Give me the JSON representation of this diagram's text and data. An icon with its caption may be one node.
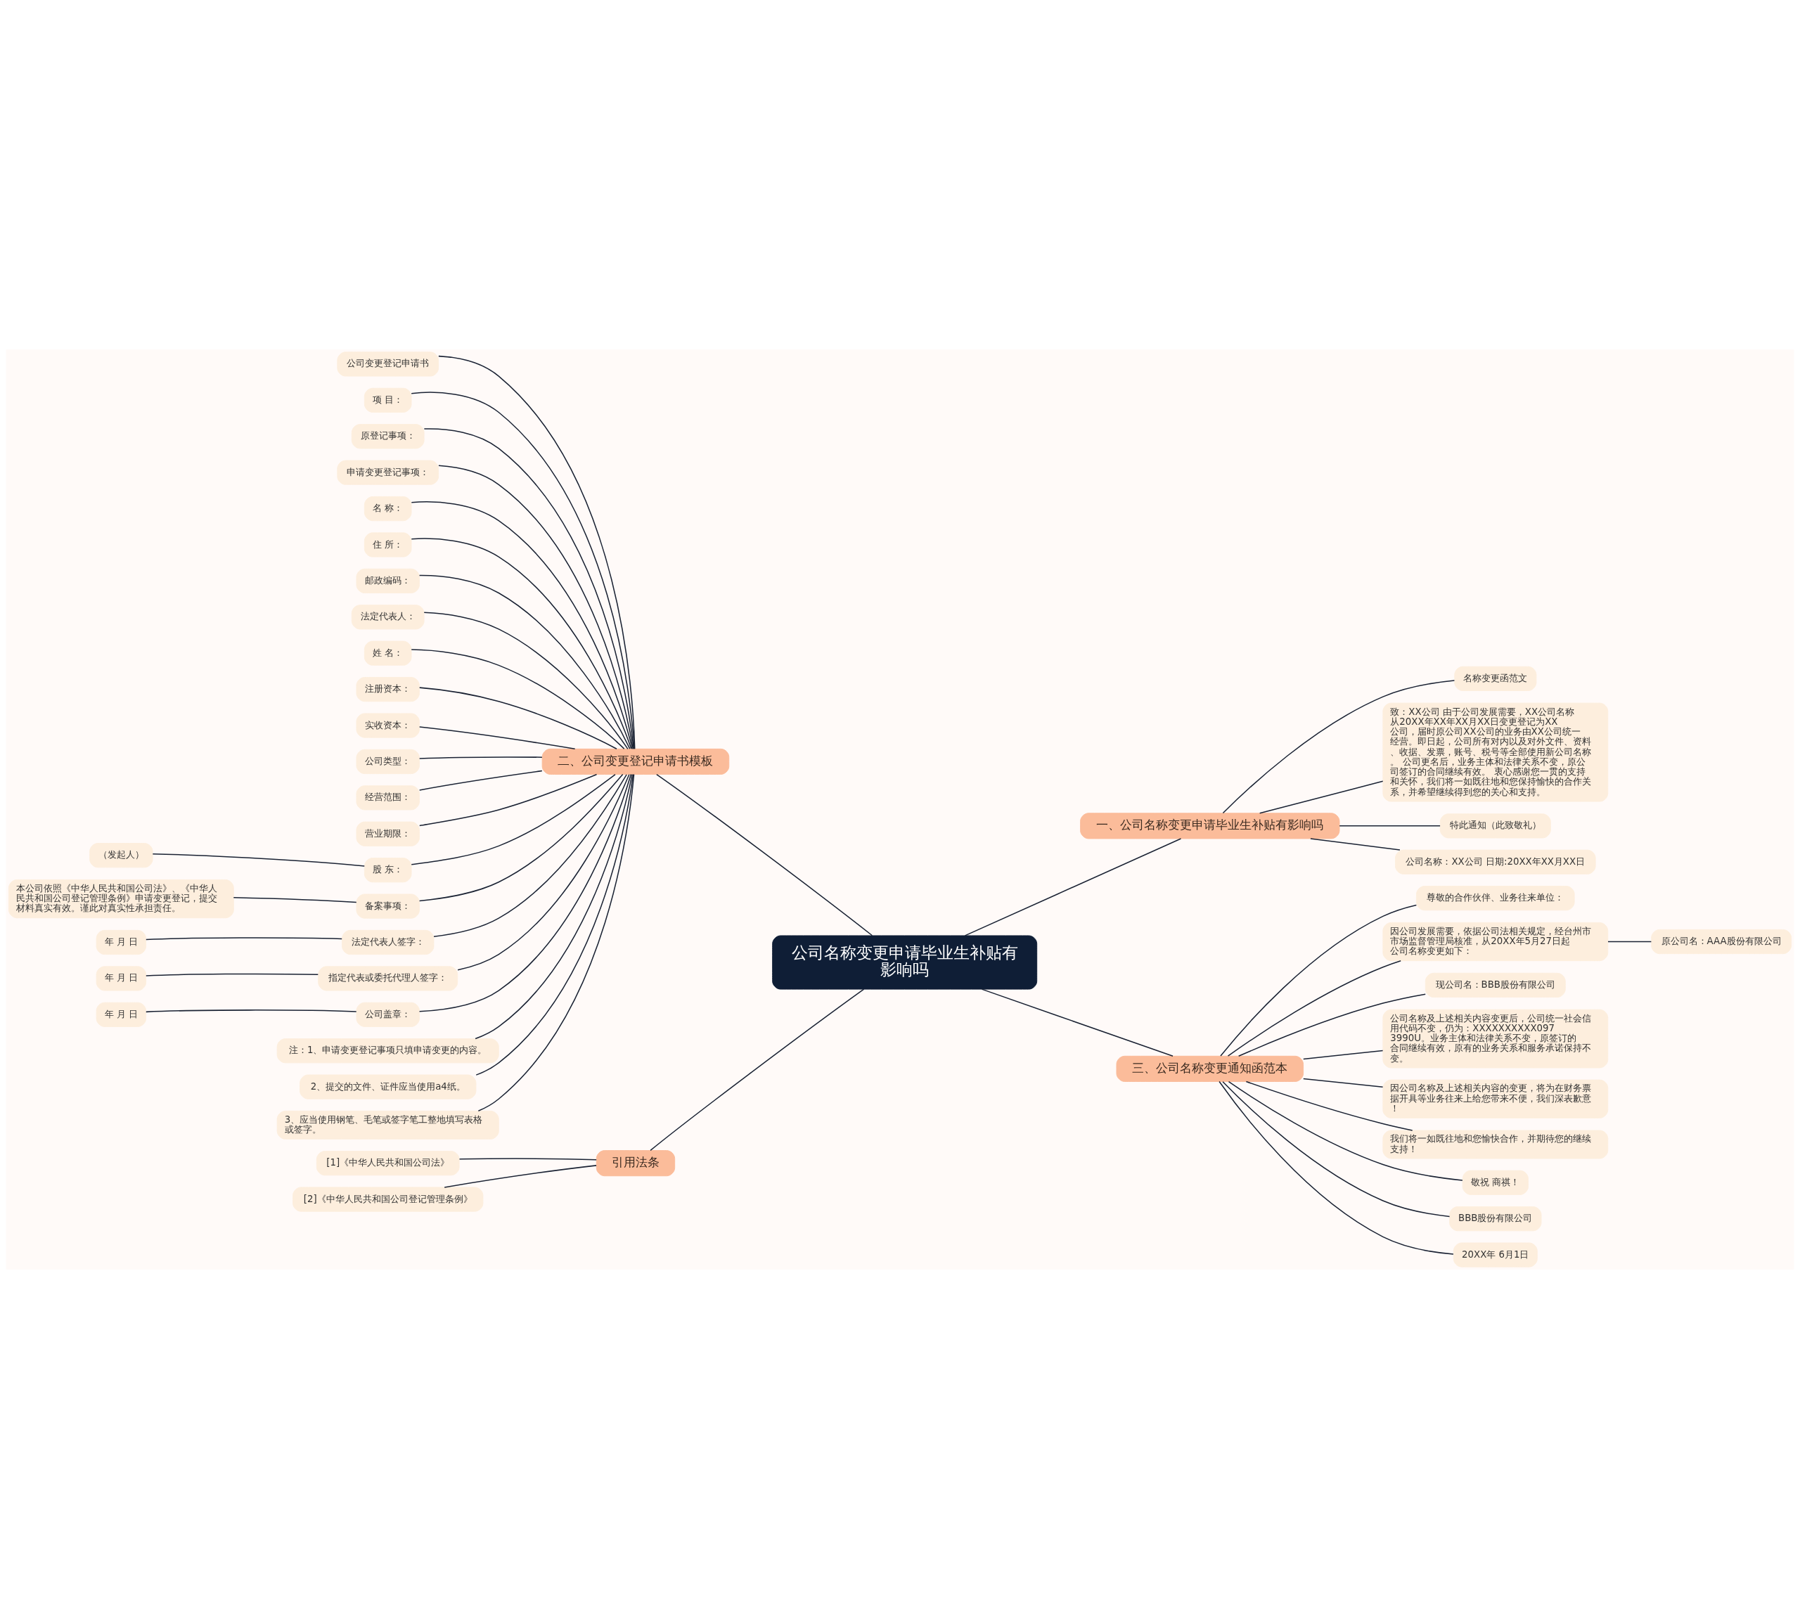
{
  "diagram": {
    "nodes": [
      {
        "text": [
          "公司名称变更申请毕业生补贴有影响吗"
        ]
      },
      {
        "text": [
          "一、公司名称变更申请毕业生补贴有影响吗"
        ]
      },
      {
        "text": [
          "名称变更函范文"
        ]
      },
      {
        "text": [
          "致：XX公司 由于公司发展需要，XX公司名称从20XX年XX年XX月XX日变更登记为XX公司，届时原公司XX公司的业务由XX公司统一经营。即日起，公司所有对内以及对外文件、资料、收据、发票，账号、税号等全部使用新公司名称。 公司更名后，业务主体和法律关系不变，原公司签订的合同继续有效。 衷心感谢您一贯的支持和关怀，我们将一如既往地和您保持愉快的合作关系，并希望继续得到您的关心和支持。"
        ]
      },
      {
        "text": [
          "特此通知（此致敬礼）"
        ]
      },
      {
        "text": [
          "公司名称：XX公司 日期:20XX年XX月XX日"
        ]
      },
      {
        "text": [
          "二、公司变更登记申请书模板"
        ]
      },
      {
        "text": [
          "公司变更登记申请书"
        ]
      },
      {
        "text": [
          "项 目："
        ]
      },
      {
        "text": [
          "原登记事项："
        ]
      },
      {
        "text": [
          "申请变更登记事项："
        ]
      },
      {
        "text": [
          "名 称："
        ]
      },
      {
        "text": [
          "住 所："
        ]
      },
      {
        "text": [
          "邮政编码："
        ]
      },
      {
        "text": [
          "法定代表人："
        ]
      },
      {
        "text": [
          "姓 名："
        ]
      },
      {
        "text": [
          "注册资本："
        ]
      },
      {
        "text": [
          "实收资本："
        ]
      },
      {
        "text": [
          "公司类型："
        ]
      },
      {
        "text": [
          "经营范围："
        ]
      },
      {
        "text": [
          "营业期限："
        ]
      },
      {
        "text": [
          "股 东："
        ]
      },
      {
        "text": [
          "（发起人）"
        ]
      },
      {
        "text": [
          "备案事项："
        ]
      },
      {
        "text": [
          "本公司依照《中华人民共和国公司法》、《中华人民共和国公司登记管理条例》申请变更登记，提交材料真实有效。谨此对真实性承担责任。"
        ]
      },
      {
        "text": [
          "法定代表人签字："
        ]
      },
      {
        "text": [
          "年 月 日"
        ]
      },
      {
        "text": [
          "指定代表或委托代理人签字："
        ]
      },
      {
        "text": [
          "年 月 日"
        ]
      },
      {
        "text": [
          "公司盖章："
        ]
      },
      {
        "text": [
          "年 月 日"
        ]
      },
      {
        "text": [
          "注：1、申请变更登记事项只填申请变更的内容。"
        ]
      },
      {
        "text": [
          "2、提交的文件、证件应当使用a4纸。"
        ]
      },
      {
        "text": [
          "3、应当使用钢笔、毛笔或签字笔工整地填写表格或签字。"
        ]
      },
      {
        "text": [
          "三、公司名称变更通知函范本"
        ]
      },
      {
        "text": [
          "尊敬的合作伙伴、业务往来单位："
        ]
      },
      {
        "text": [
          "因公司发展需要，依据公司法相关规定，经台州市市场监督管理局核准，从20XX年5月27日起公司名称变更如下："
        ]
      },
      {
        "text": [
          "原公司名：AAA股份有限公司"
        ]
      },
      {
        "text": [
          "现公司名：BBB股份有限公司"
        ]
      },
      {
        "text": [
          "公司名称及上述相关内容变更后，公司统一社会信用代码不变，仍为：XXXXXXXXXX0973990U。业务主体和法律关系不变，原签订的合同继续有效，原有的业务关系和服务承诺保持不变。"
        ]
      },
      {
        "text": [
          "因公司名称及上述相关内容的变更，将为在财务票据开具等业务往来上给您带来不便，我们深表歉意！"
        ]
      },
      {
        "text": [
          "我们将一如既往地和您愉快合作，并期待您的继续支持！"
        ]
      },
      {
        "text": [
          "敬祝 商祺！"
        ]
      },
      {
        "text": [
          "BBB股份有限公司"
        ]
      },
      {
        "text": [
          "20XX年 6月1日"
        ]
      },
      {
        "text": [
          "引用法条"
        ]
      },
      {
        "text": [
          "[1]《中华人民共和国公司法》"
        ]
      },
      {
        "text": [
          "[2]《中华人民共和国公司登记管理条例》"
        ]
      }
    ],
    "edges": [
      {
        "from": 0,
        "to": 1,
        "arrow": "none"
      },
      {
        "from": 1,
        "to": 2,
        "arrow": "none"
      },
      {
        "from": 1,
        "to": 3,
        "arrow": "none"
      },
      {
        "from": 1,
        "to": 4,
        "arrow": "none"
      },
      {
        "from": 1,
        "to": 5,
        "arrow": "none"
      },
      {
        "from": 0,
        "to": 6,
        "arrow": "none"
      },
      {
        "from": 6,
        "to": 7,
        "arrow": "none"
      },
      {
        "from": 6,
        "to": 8,
        "arrow": "none"
      },
      {
        "from": 6,
        "to": 9,
        "arrow": "none"
      },
      {
        "from": 6,
        "to": 10,
        "arrow": "none"
      },
      {
        "from": 6,
        "to": 11,
        "arrow": "none"
      },
      {
        "from": 6,
        "to": 12,
        "arrow": "none"
      },
      {
        "from": 6,
        "to": 13,
        "arrow": "none"
      },
      {
        "from": 6,
        "to": 14,
        "arrow": "none"
      },
      {
        "from": 6,
        "to": 15,
        "arrow": "none"
      },
      {
        "from": 6,
        "to": 16,
        "arrow": "none"
      },
      {
        "from": 6,
        "to": 17,
        "arrow": "none"
      },
      {
        "from": 6,
        "to": 18,
        "arrow": "none"
      },
      {
        "from": 6,
        "to": 19,
        "arrow": "none"
      },
      {
        "from": 6,
        "to": 20,
        "arrow": "none"
      },
      {
        "from": 6,
        "to": 21,
        "arrow": "none"
      },
      {
        "from": 21,
        "to": 22,
        "arrow": "none"
      },
      {
        "from": 6,
        "to": 23,
        "arrow": "none"
      },
      {
        "from": 23,
        "to": 24,
        "arrow": "none"
      },
      {
        "from": 6,
        "to": 25,
        "arrow": "none"
      },
      {
        "from": 25,
        "to": 26,
        "arrow": "none"
      },
      {
        "from": 6,
        "to": 27,
        "arrow": "none"
      },
      {
        "from": 27,
        "to": 28,
        "arrow": "none"
      },
      {
        "from": 6,
        "to": 29,
        "arrow": "none"
      },
      {
        "from": 29,
        "to": 30,
        "arrow": "none"
      },
      {
        "from": 6,
        "to": 31,
        "arrow": "none"
      },
      {
        "from": 6,
        "to": 32,
        "arrow": "none"
      },
      {
        "from": 6,
        "to": 33,
        "arrow": "none"
      },
      {
        "from": 0,
        "to": 34,
        "arrow": "none"
      },
      {
        "from": 34,
        "to": 35,
        "arrow": "none"
      },
      {
        "from": 34,
        "to": 36,
        "arrow": "none"
      },
      {
        "from": 36,
        "to": 37,
        "arrow": "none"
      },
      {
        "from": 34,
        "to": 38,
        "arrow": "none"
      },
      {
        "from": 34,
        "to": 39,
        "arrow": "none"
      },
      {
        "from": 34,
        "to": 40,
        "arrow": "none"
      },
      {
        "from": 34,
        "to": 41,
        "arrow": "none"
      },
      {
        "from": 34,
        "to": 42,
        "arrow": "none"
      },
      {
        "from": 34,
        "to": 43,
        "arrow": "none"
      },
      {
        "from": 34,
        "to": 44,
        "arrow": "none"
      },
      {
        "from": 0,
        "to": 45,
        "arrow": "none"
      },
      {
        "from": 45,
        "to": 46,
        "arrow": "none"
      },
      {
        "from": 45,
        "to": 47,
        "arrow": "none"
      }
    ]
  }
}
